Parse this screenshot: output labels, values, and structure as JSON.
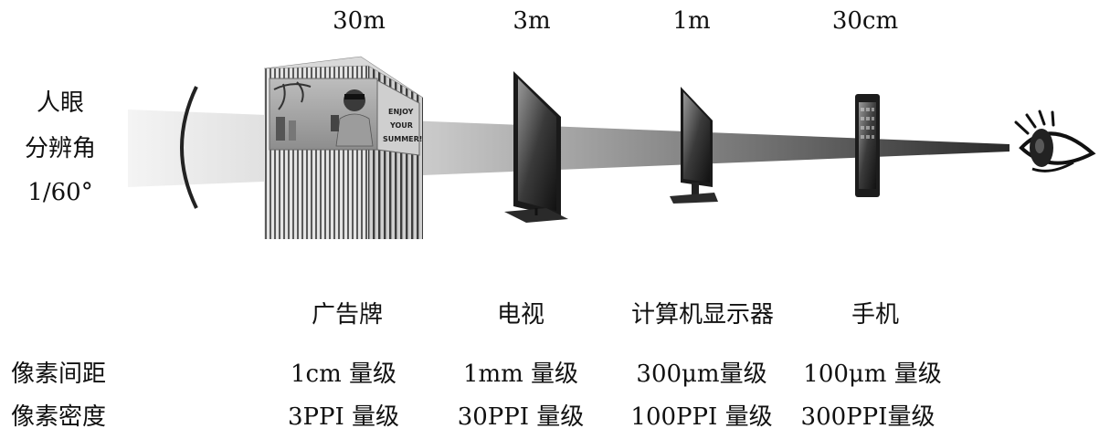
{
  "eye_angle": {
    "line1": "人眼",
    "line2": "分辨角",
    "line3": "1/60°"
  },
  "distances": [
    "30m",
    "3m",
    "1m",
    "30cm"
  ],
  "devices": [
    "广告牌",
    "电视",
    "计算机显示器",
    "手机"
  ],
  "billboard_text": {
    "line1": "ENJOY",
    "line2": "YOUR",
    "line3": "SUMMER!"
  },
  "rows": [
    {
      "label": "像素间距",
      "values": [
        "1cm 量级",
        "1mm 量级",
        "300μm量级",
        "100μm 量级"
      ]
    },
    {
      "label": "像素密度",
      "values": [
        "3PPI 量级",
        "30PPI 量级",
        "100PPI 量级",
        "300PPI量级"
      ]
    }
  ],
  "colors": {
    "cone_dark": "#3a3a3a",
    "cone_light": "#f2f2f2",
    "ink": "#111111"
  },
  "icons": [
    "eye-icon",
    "billboard-building-icon",
    "tv-icon",
    "monitor-icon",
    "phone-icon"
  ]
}
